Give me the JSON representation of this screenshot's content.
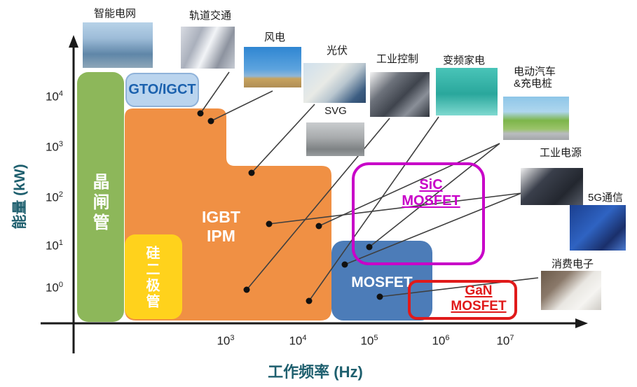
{
  "axes": {
    "x_title": "工作频率 (Hz)",
    "y_title": "能量 (kW)",
    "x_ticks": [
      {
        "base": "10",
        "exp": "3"
      },
      {
        "base": "10",
        "exp": "4"
      },
      {
        "base": "10",
        "exp": "5"
      },
      {
        "base": "10",
        "exp": "6"
      },
      {
        "base": "10",
        "exp": "7"
      }
    ],
    "y_ticks": [
      {
        "base": "10",
        "exp": "4"
      },
      {
        "base": "10",
        "exp": "3"
      },
      {
        "base": "10",
        "exp": "2"
      },
      {
        "base": "10",
        "exp": "1"
      },
      {
        "base": "10",
        "exp": "0"
      }
    ]
  },
  "regions": {
    "thyristor": {
      "label": "晶闸管",
      "color": "#8DB75A"
    },
    "gto": {
      "label": "GTO/IGCT",
      "color": "#BAD4EE",
      "border_color": "#8FB2D9",
      "text_color": "#1B61AE"
    },
    "igbt": {
      "label_line1": "IGBT",
      "label_line2": "IPM",
      "color": "#F09044"
    },
    "si_diode": {
      "label": "硅二极管",
      "color": "#FFD21C"
    },
    "mosfet": {
      "label": "MOSFET",
      "color": "#4C7CB8"
    },
    "sic_mosfet": {
      "label_line1": "SiC",
      "label_line2": "MOSFET",
      "color": "#C800C8"
    },
    "gan_mosfet": {
      "label_line1": "GaN",
      "label_line2": "MOSFET",
      "color": "#E01A1A"
    }
  },
  "apps": {
    "smart_grid": {
      "label": "智能电网",
      "image": "substation-photo"
    },
    "rail": {
      "label": "轨道交通",
      "image": "high-speed-train-photo"
    },
    "wind": {
      "label": "风电",
      "image": "wind-turbines-photo"
    },
    "pv": {
      "label": "光伏",
      "image": "pv-inverter-photo"
    },
    "svg": {
      "label": "SVG",
      "image": "svg-cabinet-photo"
    },
    "industrial_control": {
      "label": "工业控制",
      "image": "industrial-drives-photo"
    },
    "appliances": {
      "label": "变频家电",
      "image": "home-appliances-photo"
    },
    "ev": {
      "label_line1": "电动汽车",
      "label_line2": "&充电桩",
      "image": "ev-charging-photo"
    },
    "industrial_power": {
      "label": "工业电源",
      "image": "power-cabinets-photo"
    },
    "five_g": {
      "label": "5G通信",
      "image": "telecom-tower-photo"
    },
    "consumer": {
      "label": "消费电子",
      "image": "phone-chargers-photo"
    }
  },
  "connectors": [
    {
      "name": "rail-to-igbt",
      "from": [
        327,
        103
      ],
      "dot": [
        286,
        162
      ]
    },
    {
      "name": "wind-to-igbt",
      "from": [
        389,
        130
      ],
      "dot": [
        301,
        173
      ]
    },
    {
      "name": "pv-to-igbt",
      "from": [
        449,
        149
      ],
      "dot": [
        359,
        247
      ]
    },
    {
      "name": "industrial-power-to-igbt",
      "from": [
        744,
        276
      ],
      "dot": [
        384,
        320
      ]
    },
    {
      "name": "ev-to-igbt",
      "from": [
        713,
        205
      ],
      "dot": [
        455,
        323
      ]
    },
    {
      "name": "ev-to-sic",
      "from": [
        713,
        205
      ],
      "dot": [
        527,
        353
      ]
    },
    {
      "name": "industrial-power-to-mosfet",
      "from": [
        744,
        276
      ],
      "dot": [
        492,
        378
      ]
    },
    {
      "name": "industrial-control-to-igbt",
      "from": [
        556,
        169
      ],
      "dot": [
        352,
        414
      ]
    },
    {
      "name": "appliances-to-igbt",
      "from": [
        626,
        167
      ],
      "dot": [
        441,
        430
      ]
    },
    {
      "name": "consumer-to-mosfet",
      "from": [
        768,
        397
      ],
      "dot": [
        542,
        424
      ]
    }
  ],
  "colors": {
    "axis": "#1A1A1A",
    "axis_text": "#1E5F6E",
    "connector_line": "#3F3F3F",
    "dot": "#111111"
  },
  "chart_data": {
    "type": "area",
    "title": "",
    "xlabel": "工作频率 (Hz)",
    "ylabel": "能量 (kW)",
    "x_scale": "log",
    "y_scale": "log",
    "x_tick_values": [
      1000,
      10000,
      100000,
      1000000,
      10000000
    ],
    "y_tick_values": [
      10000,
      1000,
      100,
      10,
      1
    ],
    "grid": false,
    "regions": [
      {
        "name": "晶闸管",
        "freq_hz": [
          10,
          40
        ],
        "power_kw": [
          0.3,
          30000
        ]
      },
      {
        "name": "GTO/IGCT",
        "freq_hz": [
          40,
          430
        ],
        "power_kw": [
          6000,
          30000
        ]
      },
      {
        "name": "IGBT/IPM",
        "freq_hz": [
          40,
          30000
        ],
        "power_kw": [
          0.3,
          5500
        ],
        "note": "above ~1 kHz the upper power limit drops to ~400 kW (stepped region)"
      },
      {
        "name": "硅二极管",
        "freq_hz": [
          40,
          250
        ],
        "power_kw": [
          0.3,
          15
        ]
      },
      {
        "name": "MOSFET",
        "freq_hz": [
          30000,
          800000
        ],
        "power_kw": [
          0.3,
          12
        ]
      },
      {
        "name": "SiC MOSFET",
        "freq_hz": [
          60000,
          4000000
        ],
        "power_kw": [
          4,
          450
        ]
      },
      {
        "name": "GaN MOSFET",
        "freq_hz": [
          350000,
          11000000
        ],
        "power_kw": [
          0.3,
          2
        ]
      }
    ],
    "application_links": [
      {
        "application": "轨道交通",
        "device": "IGBT/IPM"
      },
      {
        "application": "风电",
        "device": "IGBT/IPM"
      },
      {
        "application": "光伏",
        "device": "IGBT/IPM"
      },
      {
        "application": "工业控制",
        "device": "IGBT/IPM"
      },
      {
        "application": "变频家电",
        "device": "IGBT/IPM"
      },
      {
        "application": "电动汽车&充电桩",
        "device": "IGBT/IPM + SiC MOSFET"
      },
      {
        "application": "工业电源",
        "device": "IGBT/IPM + MOSFET"
      },
      {
        "application": "消费电子",
        "device": "MOSFET/GaN"
      },
      {
        "application": "智能电网",
        "device": "晶闸管"
      },
      {
        "application": "SVG",
        "device": "IGBT/IPM"
      },
      {
        "application": "5G通信",
        "device": "SiC/GaN"
      }
    ]
  }
}
